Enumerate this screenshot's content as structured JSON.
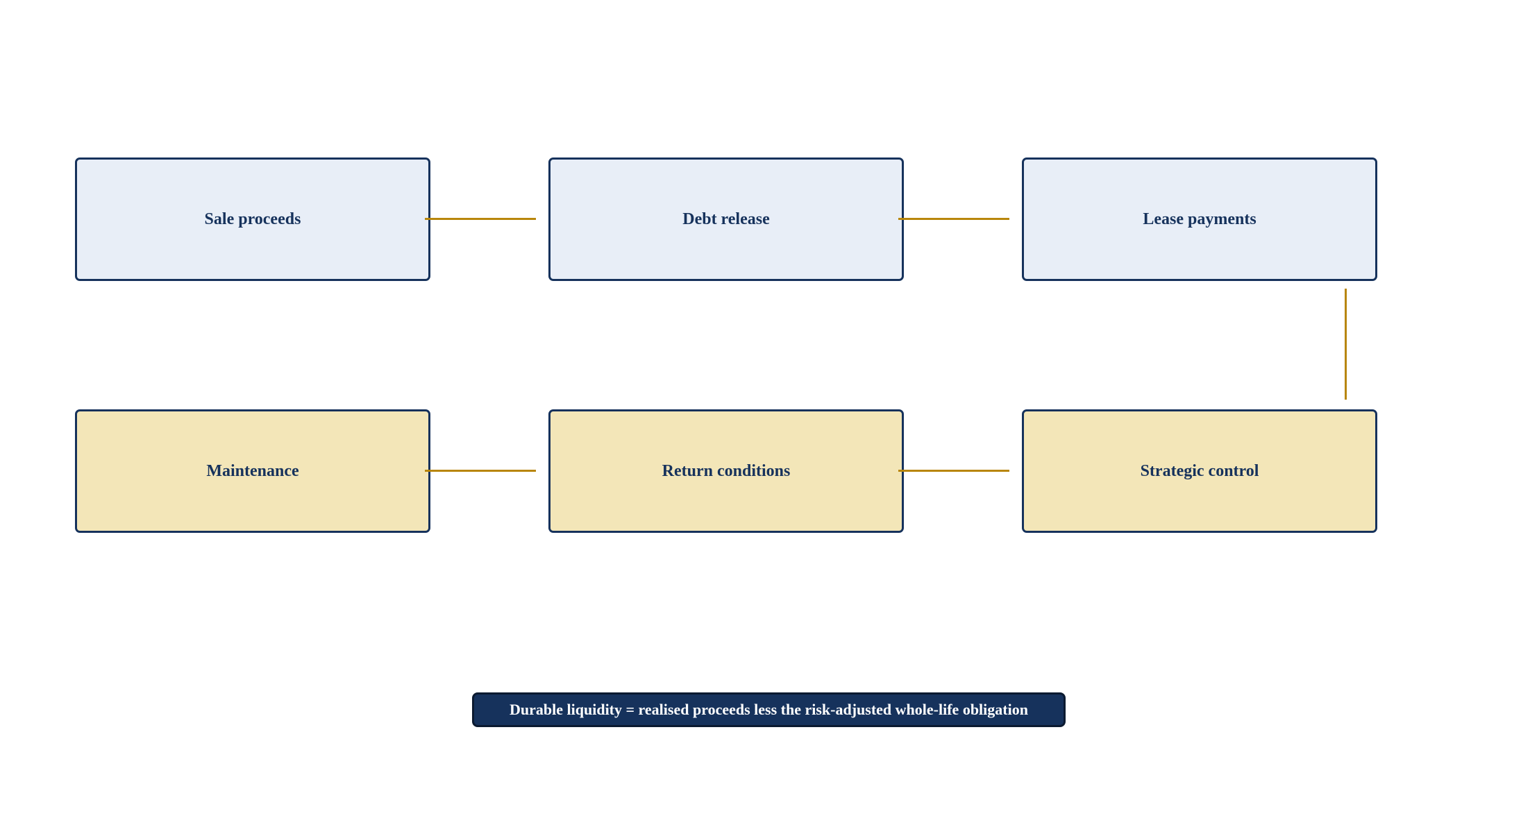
{
  "diagram": {
    "nodes": [
      {
        "id": "sale-proceeds",
        "label": "Sale proceeds",
        "row": "top"
      },
      {
        "id": "debt-release",
        "label": "Debt release",
        "row": "top"
      },
      {
        "id": "lease-payments",
        "label": "Lease payments",
        "row": "top"
      },
      {
        "id": "maintenance",
        "label": "Maintenance",
        "row": "bottom"
      },
      {
        "id": "return-conditions",
        "label": "Return conditions",
        "row": "bottom"
      },
      {
        "id": "strategic-control",
        "label": "Strategic control",
        "row": "bottom"
      }
    ],
    "edges": [
      {
        "from": "sale-proceeds",
        "to": "debt-release"
      },
      {
        "from": "debt-release",
        "to": "lease-payments"
      },
      {
        "from": "lease-payments",
        "to": "strategic-control"
      },
      {
        "from": "strategic-control",
        "to": "return-conditions"
      },
      {
        "from": "return-conditions",
        "to": "maintenance"
      }
    ],
    "summary": "Durable liquidity = realised proceeds less the risk-adjusted whole-life obligation"
  },
  "colors": {
    "top_fill": "#e8eef7",
    "bottom_fill": "#f3e6b8",
    "border": "#16325c",
    "connector": "#b8860b",
    "summary_fill": "#16325c",
    "summary_text": "#ffffff"
  }
}
